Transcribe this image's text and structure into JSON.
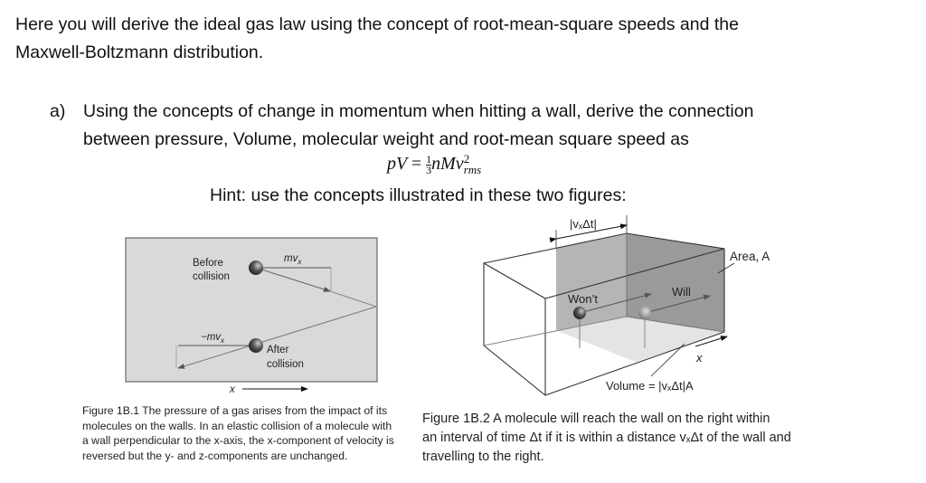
{
  "intro": [
    "Here you will derive the ideal gas law using the concept of root-mean-square speeds and the",
    "Maxwell-Boltzmann distribution."
  ],
  "part_a": {
    "marker": "a)",
    "lines": [
      "Using the concepts of change in momentum when hitting a wall, derive the connection",
      "between pressure, Volume, molecular weight and root-mean square speed as"
    ],
    "equation": {
      "lhs": "pV",
      "eq": "=",
      "frac_num": "1",
      "frac_den": "3",
      "body": "nMv",
      "sup": "2",
      "sub": "rms"
    },
    "hint": "Hint: use the concepts illustrated in these two figures:"
  },
  "figure1": {
    "before": [
      "Before",
      "collision"
    ],
    "after": [
      "After",
      "collision"
    ],
    "mvx": "mv",
    "neg_mvx": "−mv",
    "sub_x": "x",
    "axis": "x",
    "caption": [
      "Figure 1B.1  The pressure of a gas arises from the impact of its",
      "molecules on the walls. In an elastic collision of a molecule with",
      "a wall perpendicular to the x-axis, the x-component of velocity is",
      "reversed but the y- and z-components are unchanged."
    ]
  },
  "figure2": {
    "vxdt": "|vₓΔt|",
    "area": "Area, A",
    "wont": "Won’t",
    "will": "Will",
    "axis": "x",
    "volume": "Volume = |vₓΔt|A",
    "caption": [
      "Figure 1B.2  A molecule will reach the wall on the right within",
      "an interval of time Δt if it is within a distance vₓΔt of the wall and",
      "travelling to the right."
    ]
  }
}
